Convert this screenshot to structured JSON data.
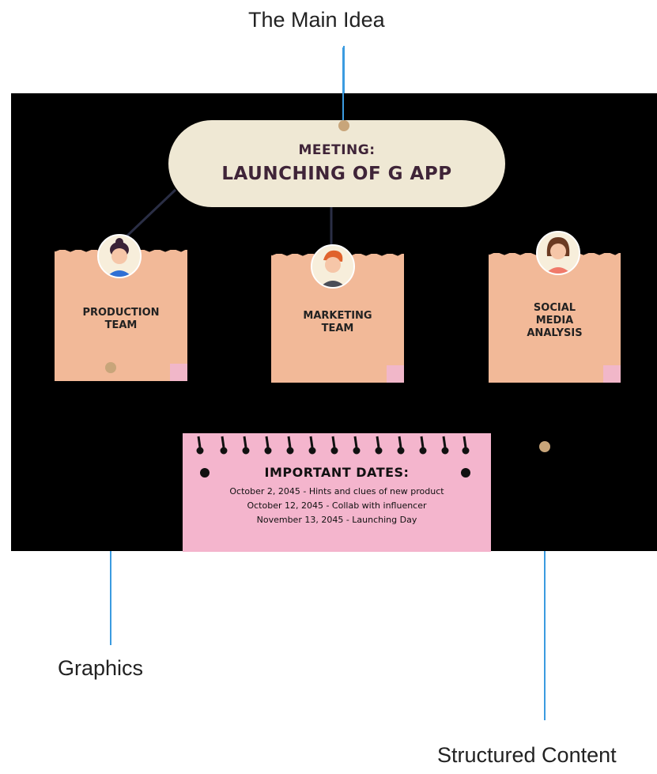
{
  "callouts": {
    "main_idea": "The Main Idea",
    "graphics": "Graphics",
    "structured_content": "Structured Content"
  },
  "meeting": {
    "line1": "MEETING:",
    "line2": "LAUNCHING OF G APP"
  },
  "teams": [
    {
      "label": "PRODUCTION\nTEAM",
      "avatar": "woman-dark-hair-avatar-icon"
    },
    {
      "label": "MARKETING\nTEAM",
      "avatar": "man-red-hair-avatar-icon"
    },
    {
      "label": "SOCIAL\nMEDIA\nANALYSIS",
      "avatar": "woman-brown-hair-avatar-icon"
    }
  ],
  "dates": {
    "title": "IMPORTANT DATES:",
    "items": [
      "October 2, 2045 - Hints and clues of new product",
      "October 12, 2045 - Collab with influencer",
      "November 13, 2045 - Launching Day"
    ]
  },
  "colors": {
    "board": "#000000",
    "pill": "#efe8d4",
    "note": "#f2b998",
    "dates_note": "#f4b5cd",
    "callout_line": "#3b9be0",
    "callout_dot": "#c8a57a"
  }
}
